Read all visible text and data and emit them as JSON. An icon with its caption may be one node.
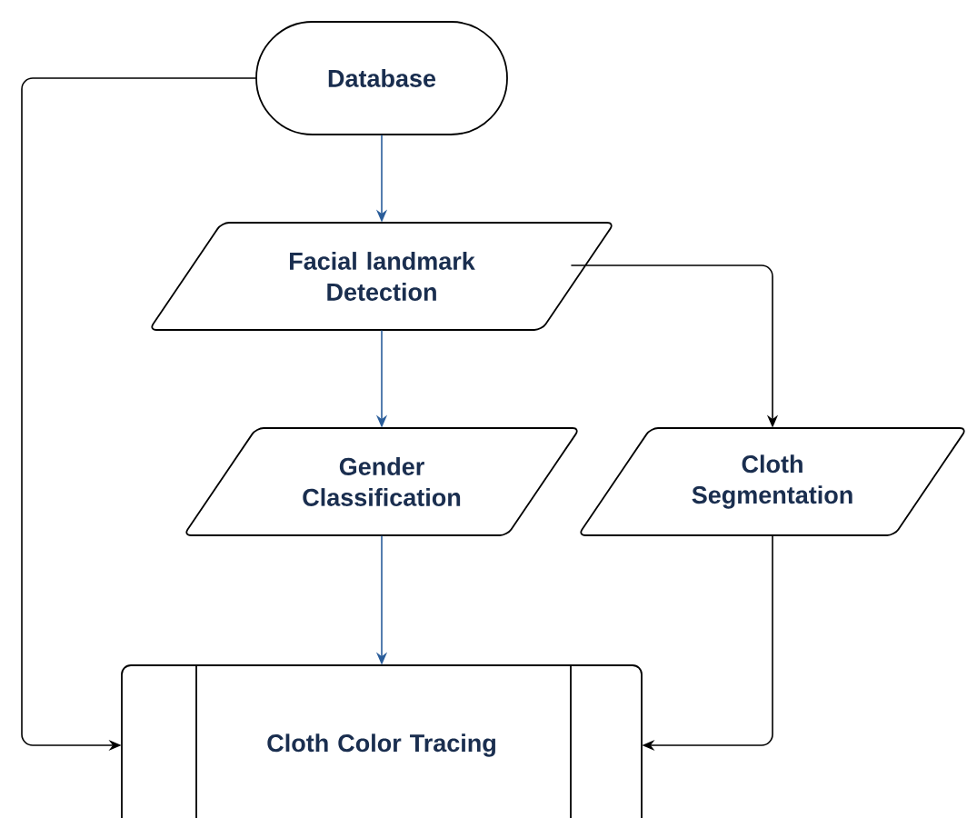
{
  "diagram": {
    "nodes": [
      {
        "text": [
          "Database"
        ]
      },
      {
        "text": [
          "Facial landmark Detection"
        ]
      },
      {
        "text": [
          "Gender Classification"
        ]
      },
      {
        "text": [
          "Cloth Segmentation"
        ]
      },
      {
        "text": [
          "Cloth Color Tracing"
        ]
      }
    ],
    "edges": [
      {
        "from": 0,
        "to": 1,
        "arrow": "to",
        "color": "#2a5d9a"
      },
      {
        "from": 1,
        "to": 2,
        "arrow": "to",
        "color": "#2a5d9a"
      },
      {
        "from": 1,
        "to": 3,
        "arrow": "to",
        "color": "#000000"
      },
      {
        "from": 2,
        "to": 4,
        "arrow": "to",
        "color": "#2a5d9a"
      },
      {
        "from": 3,
        "to": 4,
        "arrow": "to",
        "color": "#000000"
      },
      {
        "from": 0,
        "to": 4,
        "arrow": "to",
        "color": "#000000"
      }
    ]
  }
}
